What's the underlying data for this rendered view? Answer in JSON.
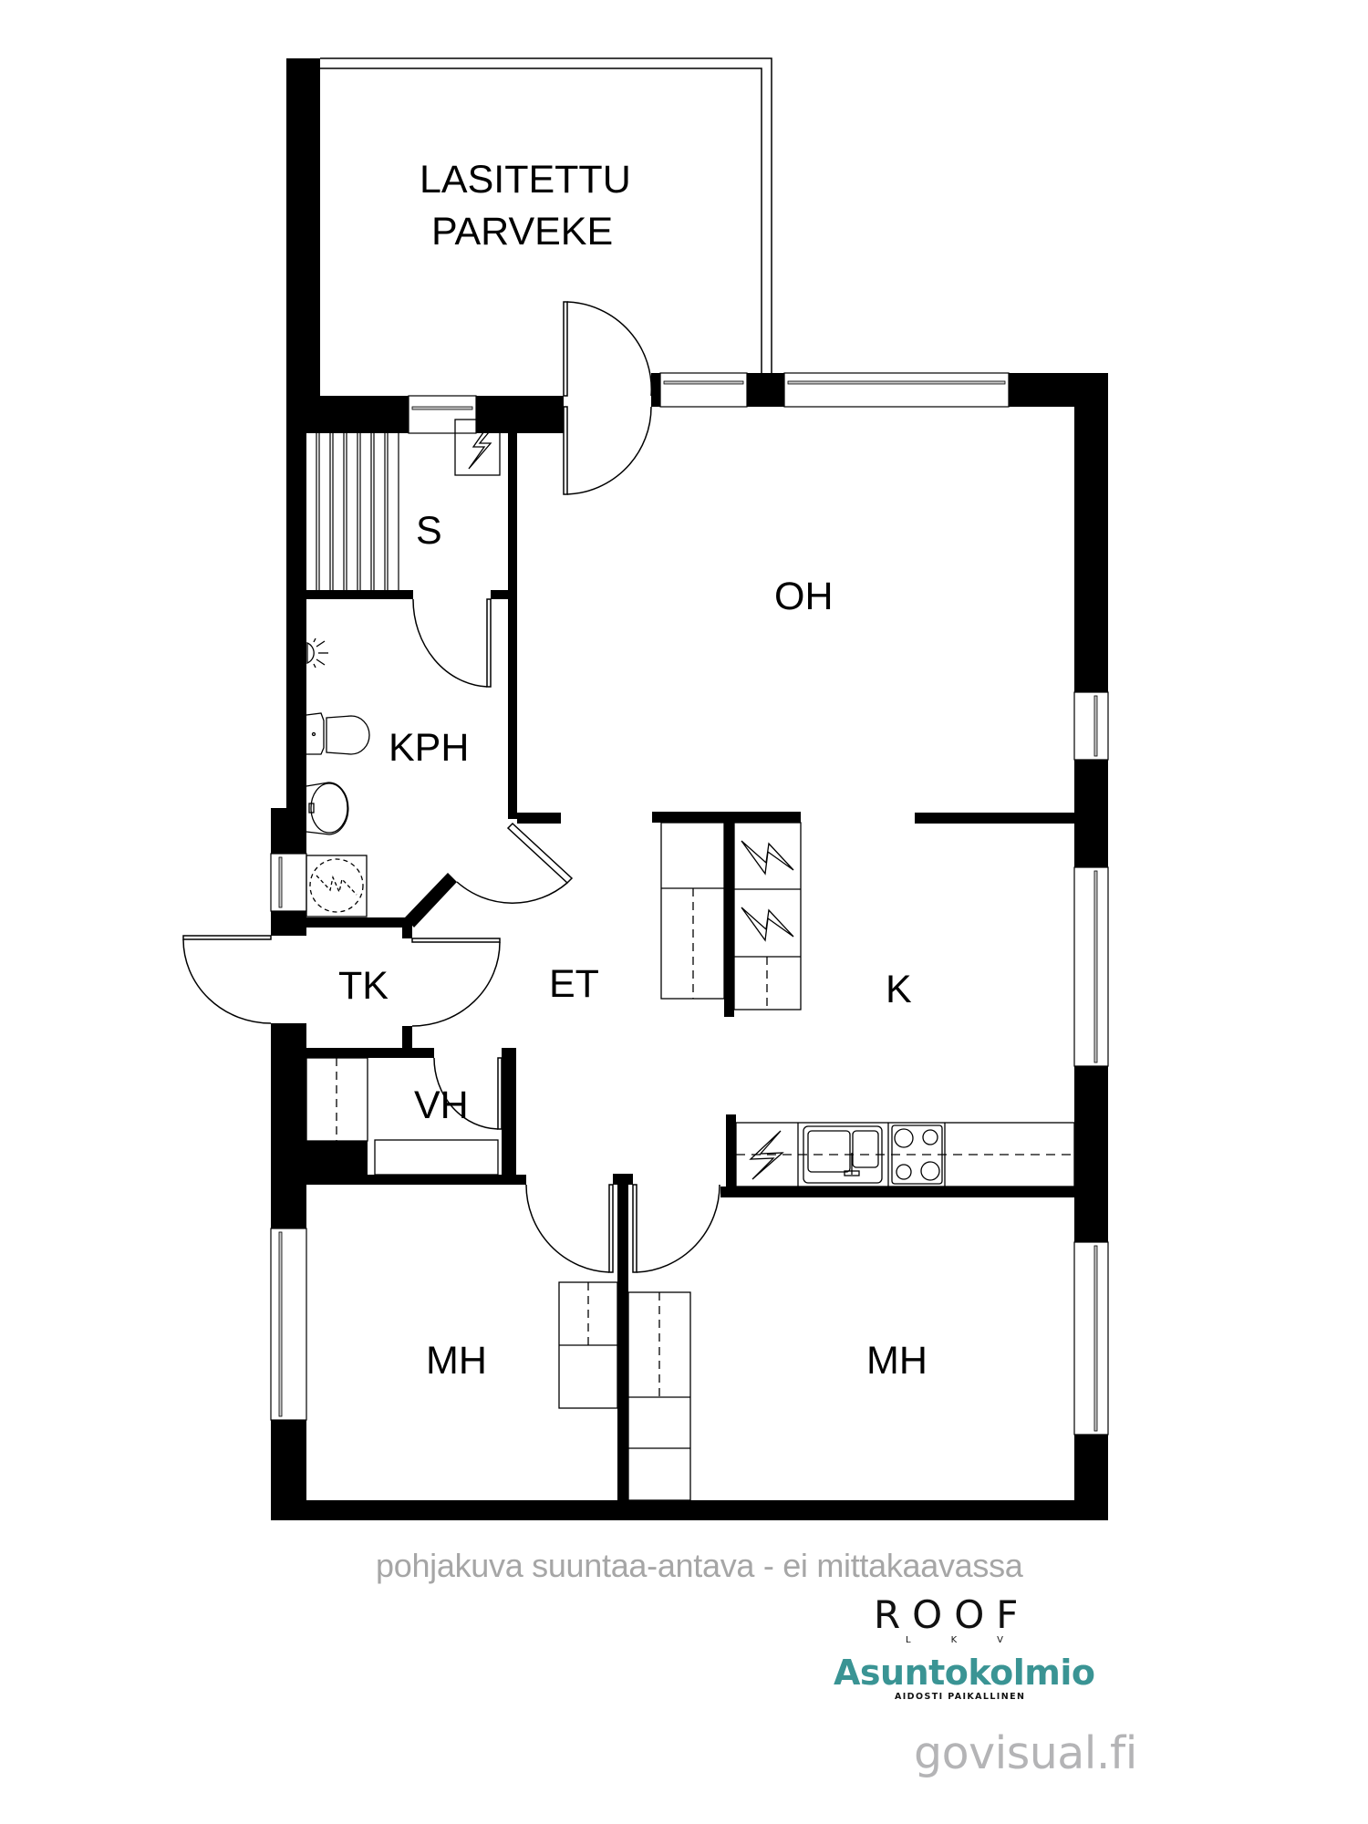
{
  "plan": {
    "rooms": {
      "balcony_line1": "LASITETTU",
      "balcony_line2": "PARVEKE",
      "sauna": "S",
      "living_room": "OH",
      "bathroom": "KPH",
      "wind_porch": "TK",
      "hallway": "ET",
      "kitchen": "K",
      "closet": "VH",
      "bedroom_left": "MH",
      "bedroom_right": "MH"
    },
    "colors": {
      "wall": "#000000",
      "line": "#000000",
      "window_glass": "#c8c8c8"
    }
  },
  "footer": {
    "disclaimer": "pohjakuva suuntaa-antava - ei mittakaavassa",
    "logo_roof": "ROOF",
    "logo_roof_sub": "LKV",
    "logo_asuntokolmio": "Asuntokolmio",
    "logo_asuntokolmio_tagline": "AIDOSTI PAIKALLINEN",
    "credit": "govisual.fi",
    "colors": {
      "disclaimer": "#a6a6a6",
      "asuntokolmio": "#3a9494",
      "credit": "#b4b4b6"
    }
  }
}
